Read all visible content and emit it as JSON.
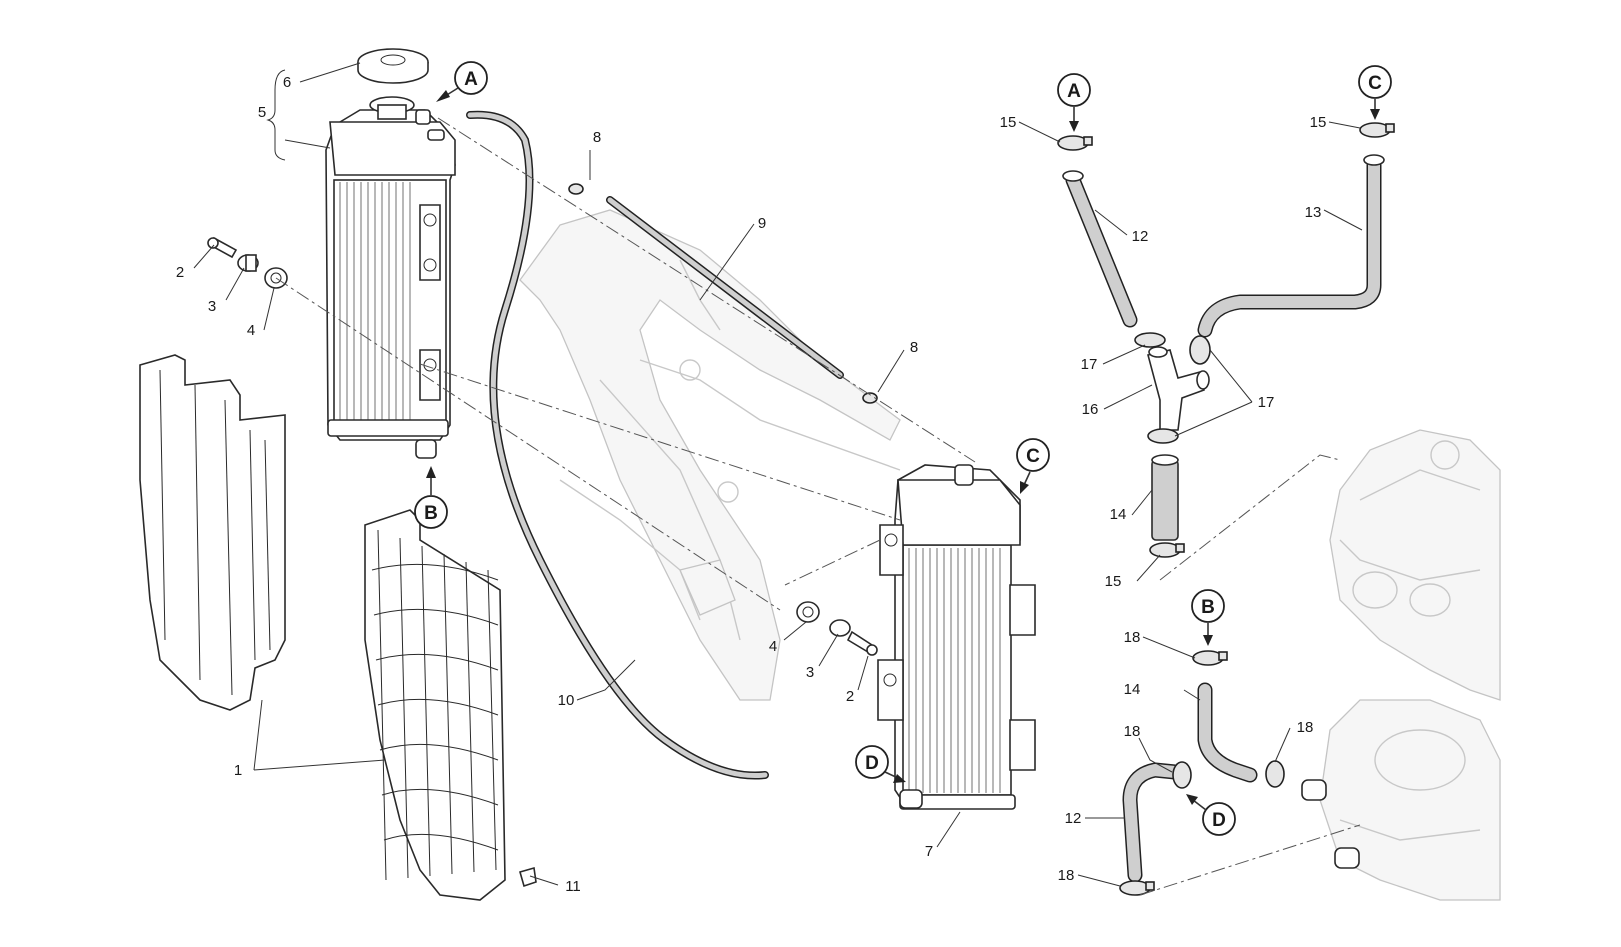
{
  "callouts": {
    "p1": "1",
    "p2a": "2",
    "p2b": "2",
    "p3a": "3",
    "p3b": "3",
    "p4a": "4",
    "p4b": "4",
    "p5": "5",
    "p6": "6",
    "p7": "7",
    "p8a": "8",
    "p8b": "8",
    "p9": "9",
    "p10": "10",
    "p11": "11",
    "p12a": "12",
    "p12b": "12",
    "p13": "13",
    "p14a": "14",
    "p14b": "14",
    "p15a": "15",
    "p15b": "15",
    "p15c": "15",
    "p16": "16",
    "p17a": "17",
    "p17b": "17",
    "p18a": "18",
    "p18b": "18",
    "p18c": "18",
    "p18d": "18"
  },
  "connectors": {
    "A_radiator": "A",
    "B_radiator": "B",
    "C_radiator": "C",
    "D_radiator": "D",
    "A_hose": "A",
    "C_hose": "C",
    "B_hose": "B",
    "D_hose": "D"
  }
}
